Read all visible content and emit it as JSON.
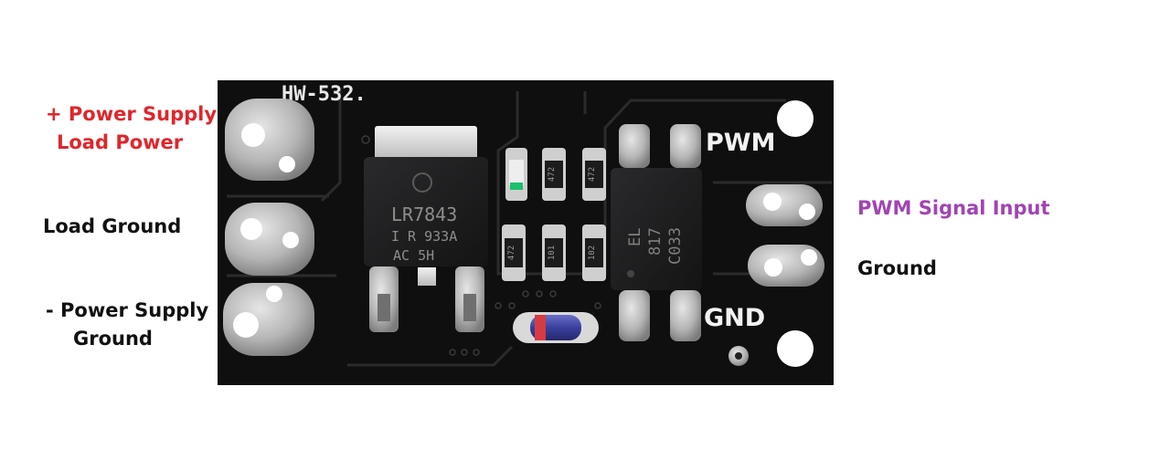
{
  "labels": {
    "power_supply_line1": "+ Power Supply",
    "power_supply_line2": "Load Power",
    "load_ground": "Load Ground",
    "neg_supply_line1": "- Power Supply",
    "neg_supply_line2": "Ground",
    "pwm_signal_input": "PWM Signal Input",
    "ground": "Ground"
  },
  "board": {
    "silkscreen_model": "HW-532.",
    "pin_pwm": "PWM",
    "pin_gnd": "GND",
    "mosfet_line1": "LR7843",
    "mosfet_line2": "I R 933A",
    "mosfet_line3": "AC   5H",
    "opto_line1": "EL",
    "opto_line2": "817",
    "opto_line3": "C033",
    "resistor_top_a": "472",
    "resistor_top_b": "472",
    "resistor_bottom_a": "472",
    "resistor_bottom_b": "101",
    "resistor_bottom_c": "102"
  },
  "colors": {
    "power_label": "#e0262b",
    "pwm_label": "#a144b2",
    "default_label": "#111111",
    "pcb": "#0f0f10",
    "pad": "#b9b9b9"
  }
}
